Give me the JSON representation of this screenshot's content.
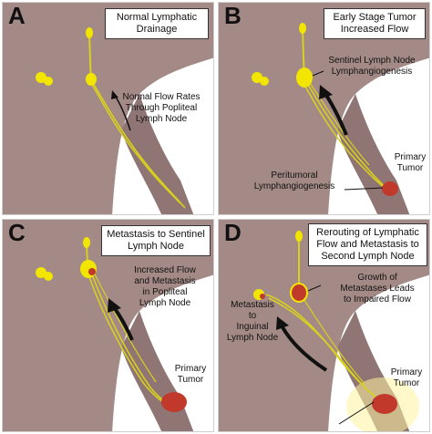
{
  "panels": {
    "a": {
      "letter": "A",
      "title": "Normal Lymphatic\nDrainage",
      "flow_label": "Normal Flow Rates\nThrough Popliteal\nLymph Node"
    },
    "b": {
      "letter": "B",
      "title": "Early Stage Tumor\nIncreased Flow",
      "node_label": "Sentinel Lymph Node\nLymphangiogenesis",
      "tumor_label": "Primary\nTumor",
      "peritumoral_label": "Peritumoral\nLymphangiogenesis"
    },
    "c": {
      "letter": "C",
      "title": "Metastasis to Sentinel\nLymph Node",
      "flow_label": "Increased Flow\nand Metastasis\nin Popliteal\nLymph Node",
      "tumor_label": "Primary\nTumor"
    },
    "d": {
      "letter": "D",
      "title": "Rerouting of Lymphatic\nFlow and Metastasis to\nSecond Lymph Node",
      "growth_label": "Growth of\nMetastases Leads\nto Impaired Flow",
      "inguinal_label": "Metastasis\nto\nInguinal\nLymph Node",
      "tumor_label": "Primary\nTumor"
    }
  },
  "colors": {
    "tissue": "#a48a86",
    "tissue_dark": "#7d6462",
    "lymph": "#f2e600",
    "vessel": "#d8d020",
    "tumor": "#c0392b",
    "arrow": "#111111"
  }
}
